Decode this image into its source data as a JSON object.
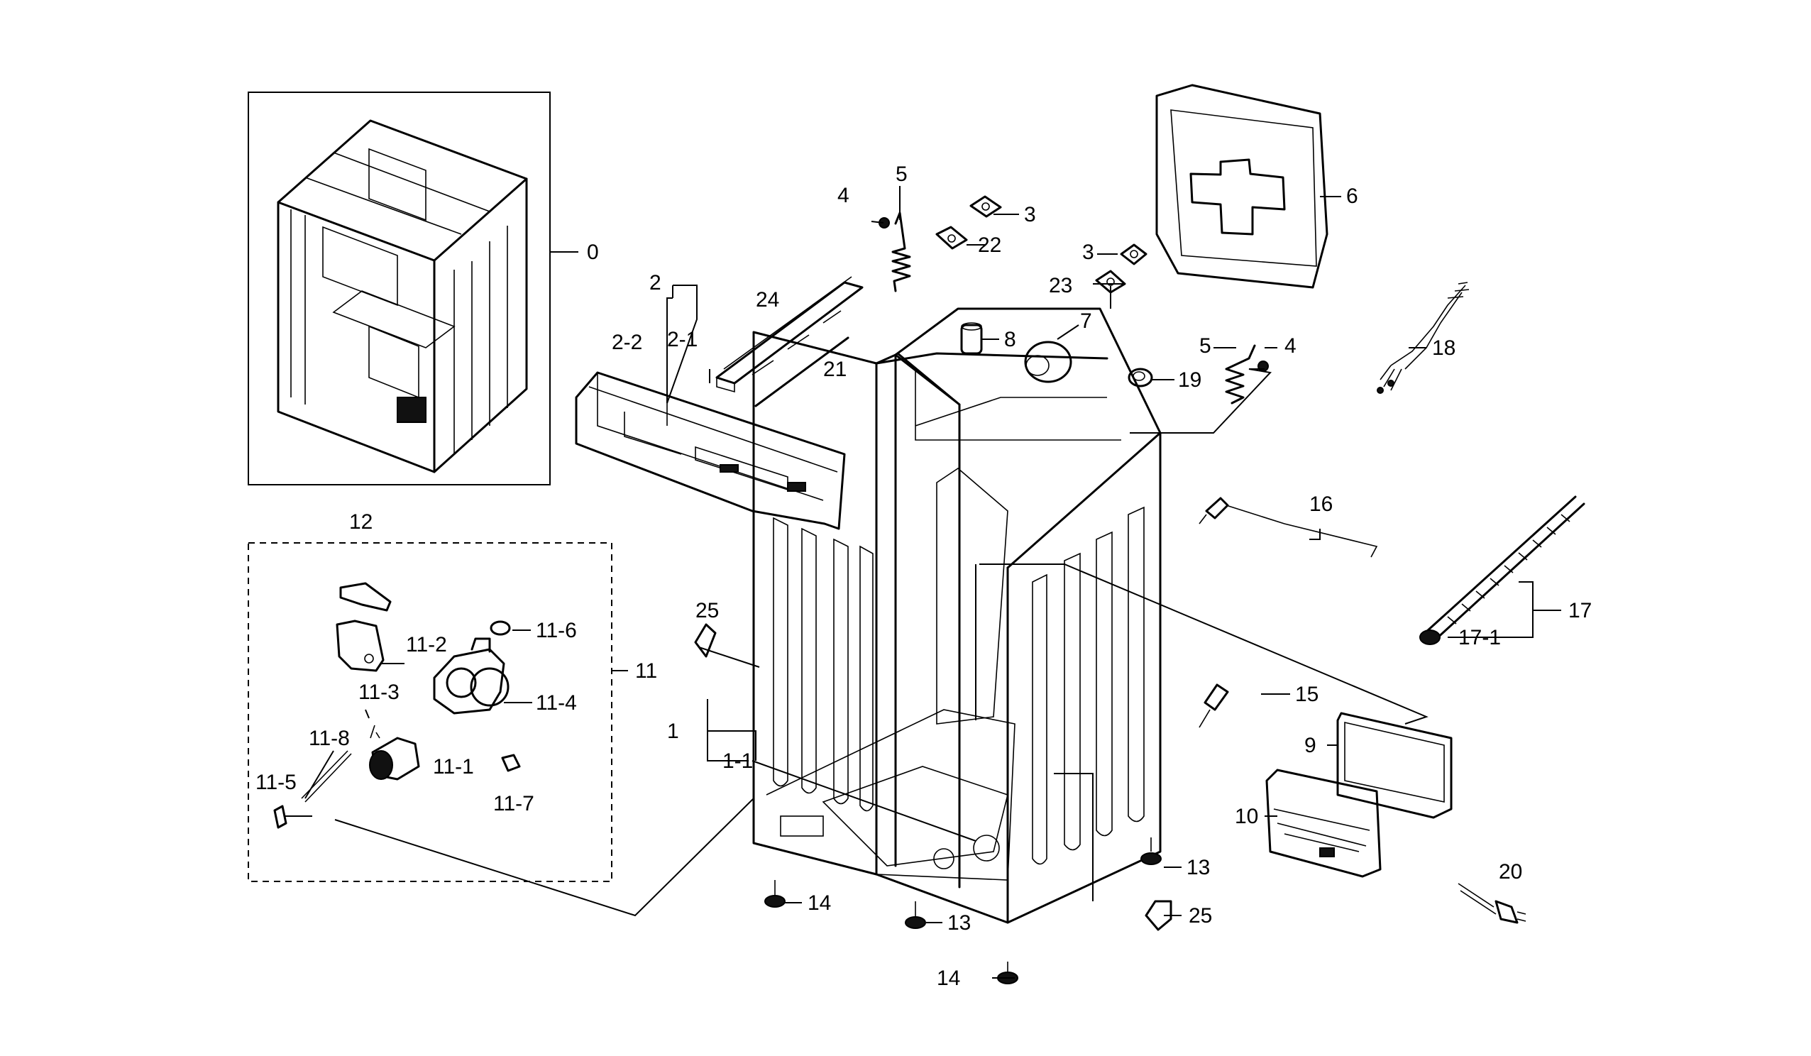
{
  "labels": {
    "p0": "0",
    "p1": "1",
    "p1_1": "1-1",
    "p2": "2",
    "p2_1": "2-1",
    "p2_2": "2-2",
    "p3a": "3",
    "p3b": "3",
    "p4a": "4",
    "p4b": "4",
    "p5a": "5",
    "p5b": "5",
    "p6": "6",
    "p7": "7",
    "p8": "8",
    "p9": "9",
    "p10": "10",
    "p11": "11",
    "p11_1": "11-1",
    "p11_2": "11-2",
    "p11_3": "11-3",
    "p11_4": "11-4",
    "p11_5": "11-5",
    "p11_6": "11-6",
    "p11_7": "11-7",
    "p11_8": "11-8",
    "p12": "12",
    "p13a": "13",
    "p13b": "13",
    "p14a": "14",
    "p14b": "14",
    "p15": "15",
    "p16": "16",
    "p17": "17",
    "p17_1": "17-1",
    "p18": "18",
    "p19": "19",
    "p20": "20",
    "p21": "21",
    "p22": "22",
    "p23": "23",
    "p24": "24",
    "p25a": "25",
    "p25b": "25"
  }
}
